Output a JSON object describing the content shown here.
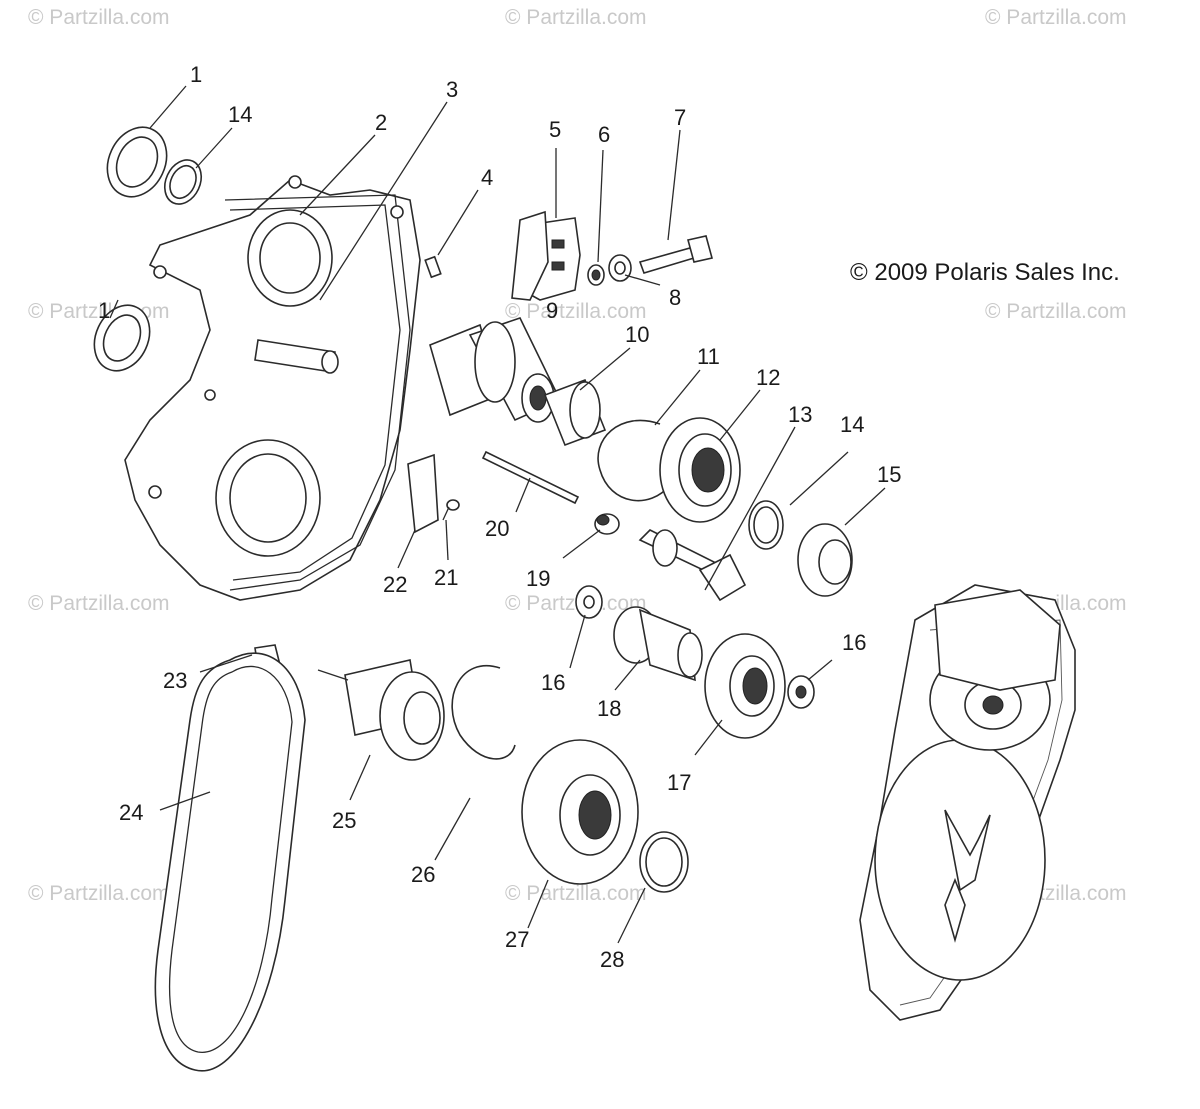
{
  "watermarks": [
    {
      "text": "© Partzilla.com"
    },
    {
      "text": "© Partzilla.com"
    },
    {
      "text": "© Partzilla.com"
    },
    {
      "text": "© Partzilla.com"
    },
    {
      "text": "© Partzilla.com"
    },
    {
      "text": "© Partzilla.com"
    },
    {
      "text": "© Partzilla.com"
    },
    {
      "text": "© Partzilla.com"
    },
    {
      "text": "© Partzilla.com"
    },
    {
      "text": "© Partzilla.com"
    },
    {
      "text": "© Partzilla.com"
    },
    {
      "text": "© Partzilla.com"
    }
  ],
  "copyright": "© 2009 Polaris Sales Inc.",
  "callouts": [
    "1",
    "14",
    "2",
    "3",
    "4",
    "5",
    "6",
    "7",
    "8",
    "9",
    "1",
    "10",
    "11",
    "12",
    "13",
    "14",
    "15",
    "20",
    "22",
    "21",
    "19",
    "16",
    "23",
    "18",
    "16",
    "17",
    "24",
    "25",
    "26",
    "27",
    "28"
  ],
  "colors": {
    "ink": "#2b2b2b",
    "watermark": "#c9c9c9",
    "background": "#ffffff"
  }
}
